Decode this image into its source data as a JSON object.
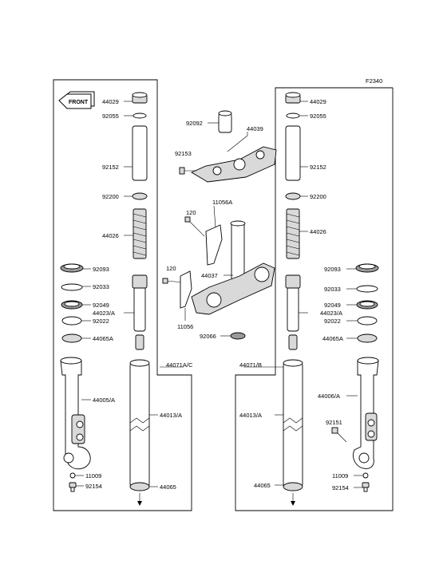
{
  "diagram_code": "F2340",
  "front_badge": "FRONT",
  "labels": {
    "l_44029": "44029",
    "l_92055": "92055",
    "l_92152": "92152",
    "l_92200": "92200",
    "l_44026": "44026",
    "l_92093": "92093",
    "l_92033": "92033",
    "l_92049": "92049",
    "l_44023A": "44023/A",
    "l_92022": "92022",
    "l_44065A": "44065A",
    "l_44005A": "44005/A",
    "l_11009": "11009",
    "l_92154": "92154",
    "l_44071A_C": "44071A/C",
    "l_44013A": "44013/A",
    "l_44065": "44065",
    "c_92092": "92092",
    "c_44039": "44039",
    "c_92153": "92153",
    "c_11056A": "11056A",
    "c_120a": "120",
    "c_120b": "120",
    "c_44037": "44037",
    "c_11056": "11056",
    "c_92066": "92066",
    "r_44029": "44029",
    "r_92055": "92055",
    "r_92152": "92152",
    "r_92200": "92200",
    "r_44026": "44026",
    "r_92093": "92093",
    "r_92033": "92033",
    "r_92049": "92049",
    "r_44023A": "44023/A",
    "r_92022": "92022",
    "r_44065A": "44065A",
    "r_44071B": "44071/B",
    "r_44013A": "44013/A",
    "r_44006A": "44006/A",
    "r_92151": "92151",
    "r_44065": "44065",
    "r_11009": "11009",
    "r_92154": "92154"
  }
}
